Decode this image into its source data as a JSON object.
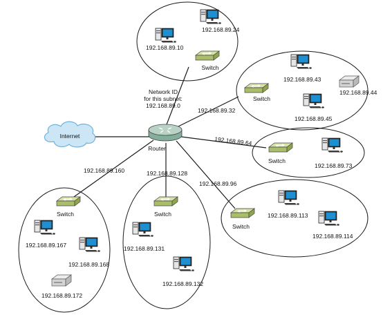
{
  "router": {
    "label": "Router",
    "note": [
      "Network ID",
      "for this subnet:",
      "192.168.89.0"
    ]
  },
  "internet": {
    "label": "Internet"
  },
  "links": {
    "s32": "192.168.89.32",
    "s64": "192.168.89.64",
    "s96": "192.168.89.96",
    "s128": "192.168.89.128",
    "s160": "192.168.89.160"
  },
  "subnets": {
    "top": {
      "switch": "Switch",
      "pc1": "192.168.89.24",
      "pc2": "192.168.89.10"
    },
    "s32": {
      "switch": "Switch",
      "pc1": "192.168.89.43",
      "printer": "192.168.89.44",
      "pc2": "192.168.89.45"
    },
    "s64": {
      "switch": "Switch",
      "pc1": "192.168.89.73"
    },
    "s96": {
      "switch": "Switch",
      "pc1": "192.168.89.113",
      "pc2": "192.168.89.114"
    },
    "s128": {
      "switch": "Switch",
      "pc1": "192.168.89.131",
      "pc2": "192.168.89.132"
    },
    "s160": {
      "switch": "Switch",
      "pc1": "192.168.89.167",
      "pc2": "192.168.89.168",
      "printer": "192.168.89.172"
    }
  },
  "colors": {
    "switch_top": "#d6e3a6",
    "switch_side": "#a9bd6a",
    "router_top": "#b8d3c6",
    "router_side": "#84ad9b",
    "cloud": "#cde6f5",
    "cloud_stroke": "#6fb2dc",
    "screen": "#1e8fd0",
    "tower": "#e4e4e4",
    "printer": "#d8d8d8"
  }
}
